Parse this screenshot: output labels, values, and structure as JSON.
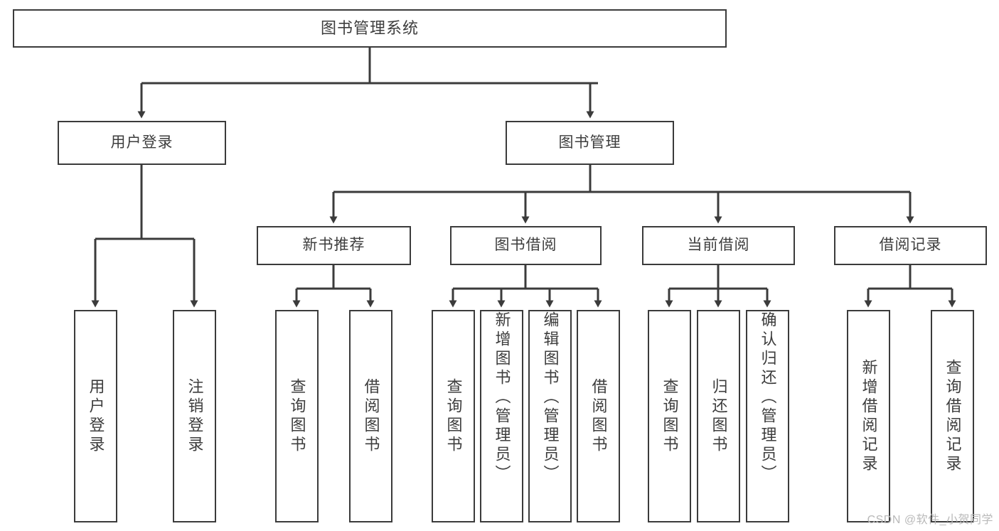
{
  "diagram": {
    "title": "图书管理系统",
    "type": "tree",
    "watermark": "CSDN @软件_小贺同学",
    "colors": {
      "stroke": "#3b3b3b",
      "fill": "#ffffff",
      "text": "#3d3d3d",
      "watermark": "#b9b9b9"
    },
    "nodes": {
      "root": {
        "label": "图书管理系统"
      },
      "level2": [
        {
          "label": "用户登录"
        },
        {
          "label": "图书管理"
        }
      ],
      "level3": [
        {
          "label": "新书推荐"
        },
        {
          "label": "图书借阅"
        },
        {
          "label": "当前借阅"
        },
        {
          "label": "借阅记录"
        }
      ],
      "leaves_user_login": [
        {
          "label": "用户登录"
        },
        {
          "label": "注销登录"
        }
      ],
      "leaves_new_books": [
        {
          "label": "查询图书"
        },
        {
          "label": "借阅图书"
        }
      ],
      "leaves_borrow": [
        {
          "label": "查询图书"
        },
        {
          "label": "新增图书（管理员）"
        },
        {
          "label": "编辑图书（管理员）"
        },
        {
          "label": "借阅图书"
        }
      ],
      "leaves_current": [
        {
          "label": "查询图书"
        },
        {
          "label": "归还图书"
        },
        {
          "label": "确认归还（管理员）"
        }
      ],
      "leaves_records": [
        {
          "label": "新增借阅记录"
        },
        {
          "label": "查询借阅记录"
        }
      ]
    }
  }
}
